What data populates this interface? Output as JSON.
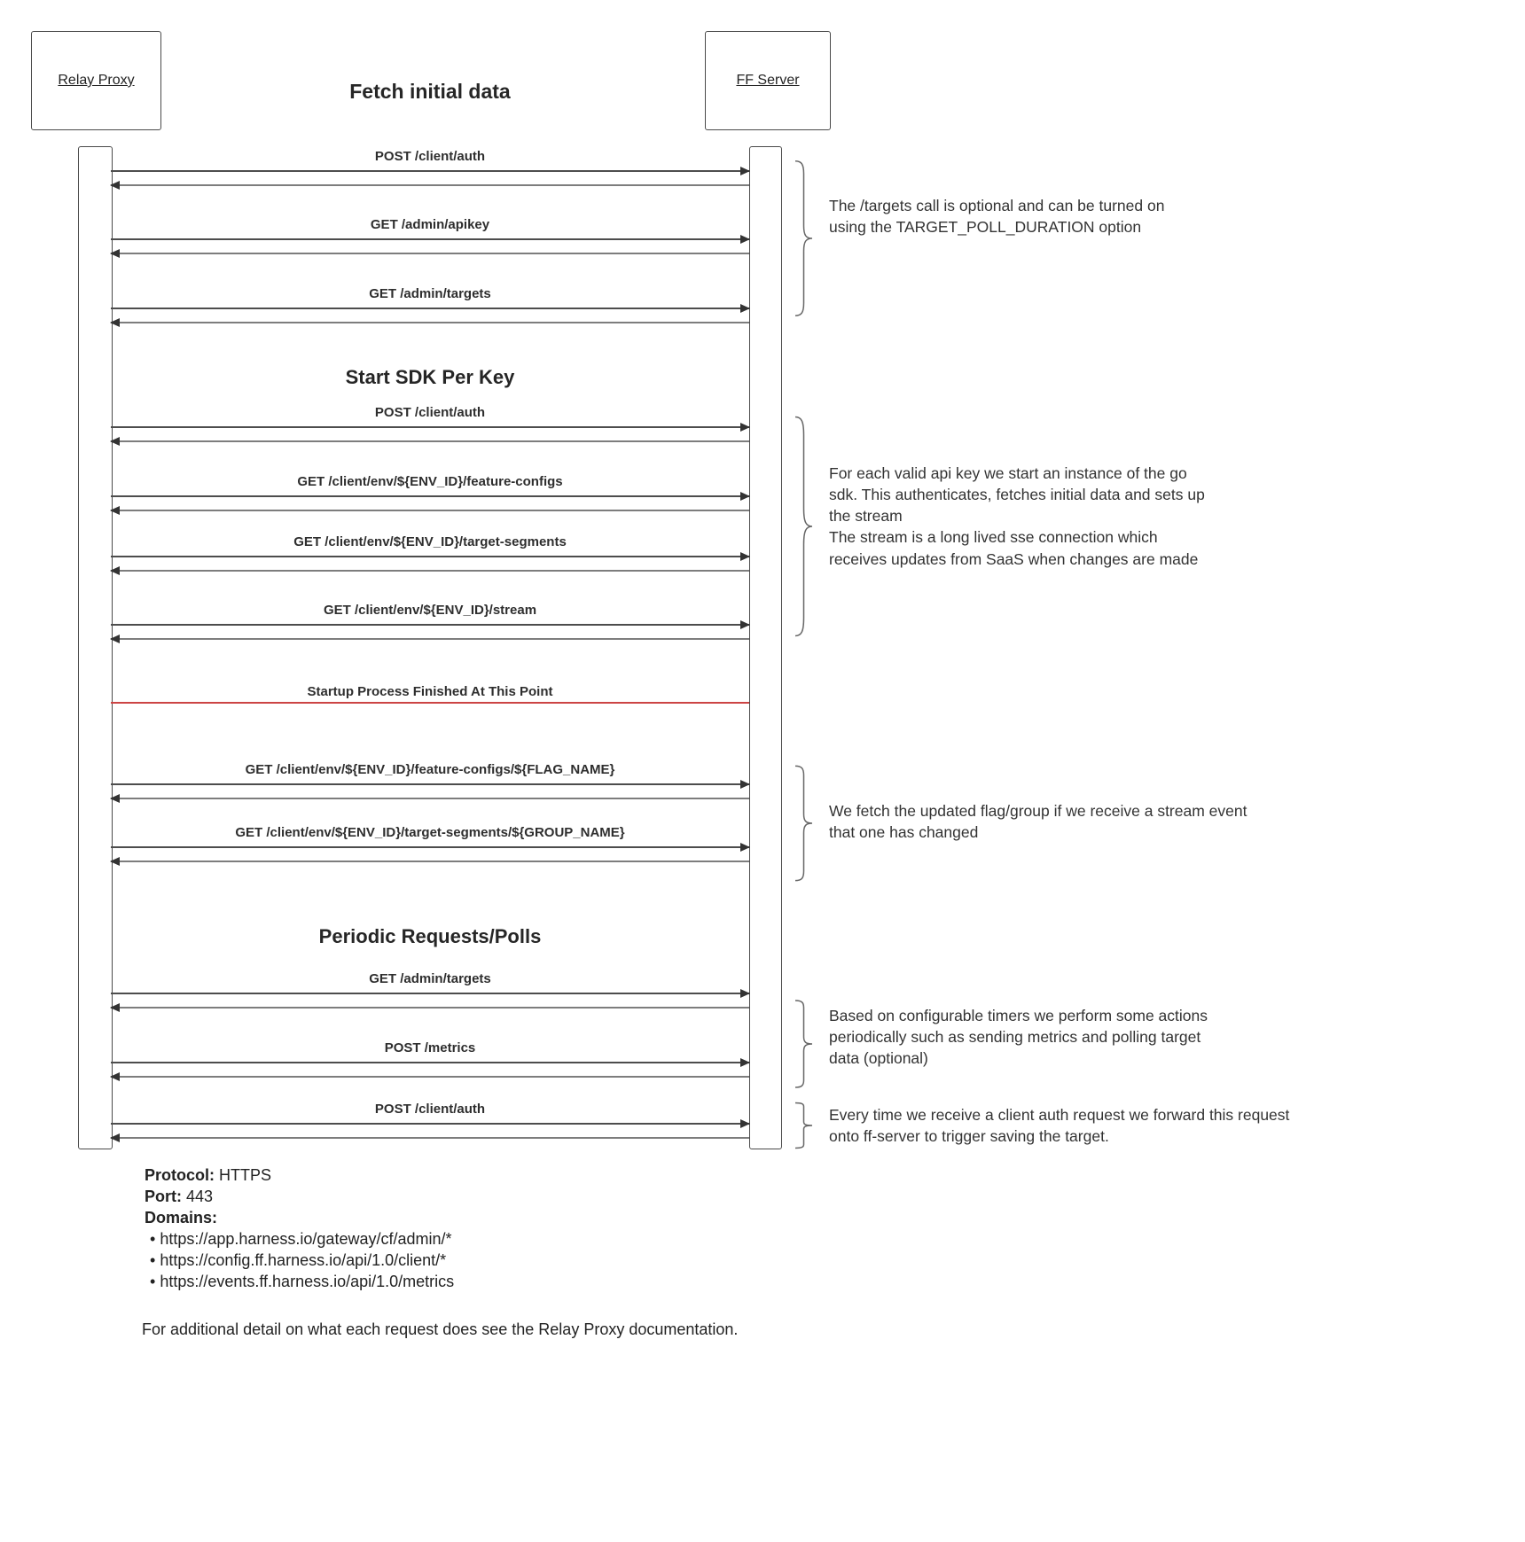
{
  "diagram": {
    "actors": {
      "left": "Relay Proxy",
      "right": "FF Server"
    },
    "title": "Fetch initial data",
    "sections": {
      "start_sdk": "Start SDK Per Key",
      "periodic": "Periodic Requests/Polls"
    },
    "divider": {
      "label": "Startup Process Finished At This Point",
      "color": "#cc4444"
    },
    "messages": [
      {
        "label": "POST /client/auth"
      },
      {
        "label": "GET /admin/apikey"
      },
      {
        "label": "GET /admin/targets"
      },
      {
        "label": "POST /client/auth"
      },
      {
        "label": "GET /client/env/${ENV_ID}/feature-configs"
      },
      {
        "label": "GET /client/env/${ENV_ID}/target-segments"
      },
      {
        "label": "GET /client/env/${ENV_ID}/stream"
      },
      {
        "label": "GET /client/env/${ENV_ID}/feature-configs/${FLAG_NAME}"
      },
      {
        "label": "GET /client/env/${ENV_ID}/target-segments/${GROUP_NAME}"
      },
      {
        "label": "GET /admin/targets"
      },
      {
        "label": "POST /metrics"
      },
      {
        "label": "POST /client/auth"
      }
    ],
    "annotations": {
      "targets_optional": "The /targets call is optional and can be turned on using the TARGET_POLL_DURATION option",
      "sdk_start": "For each valid api key we start an instance of the go sdk. This authenticates, fetches initial data and sets up the stream",
      "sse_stream": "The stream is a long lived sse connection which receives updates from SaaS when changes are made",
      "stream_event_fetch": "We fetch the updated flag/group if we receive a stream event that one has changed",
      "periodic_timers": "Based on configurable timers we perform some actions periodically such as sending metrics and polling target data (optional)",
      "client_auth_forward": "Every time we receive a client auth request we forward this request onto ff-server to trigger saving the target."
    },
    "footer": {
      "protocol_label": "Protocol:",
      "protocol_value": "HTTPS",
      "port_label": "Port:",
      "port_value": "443",
      "domains_label": "Domains:",
      "domains": [
        "https://app.harness.io/gateway/cf/admin/*",
        "https://config.ff.harness.io/api/1.0/client/*",
        "https://events.ff.harness.io/api/1.0/metrics"
      ],
      "note": "For additional detail on what each request does see the Relay Proxy documentation."
    }
  }
}
